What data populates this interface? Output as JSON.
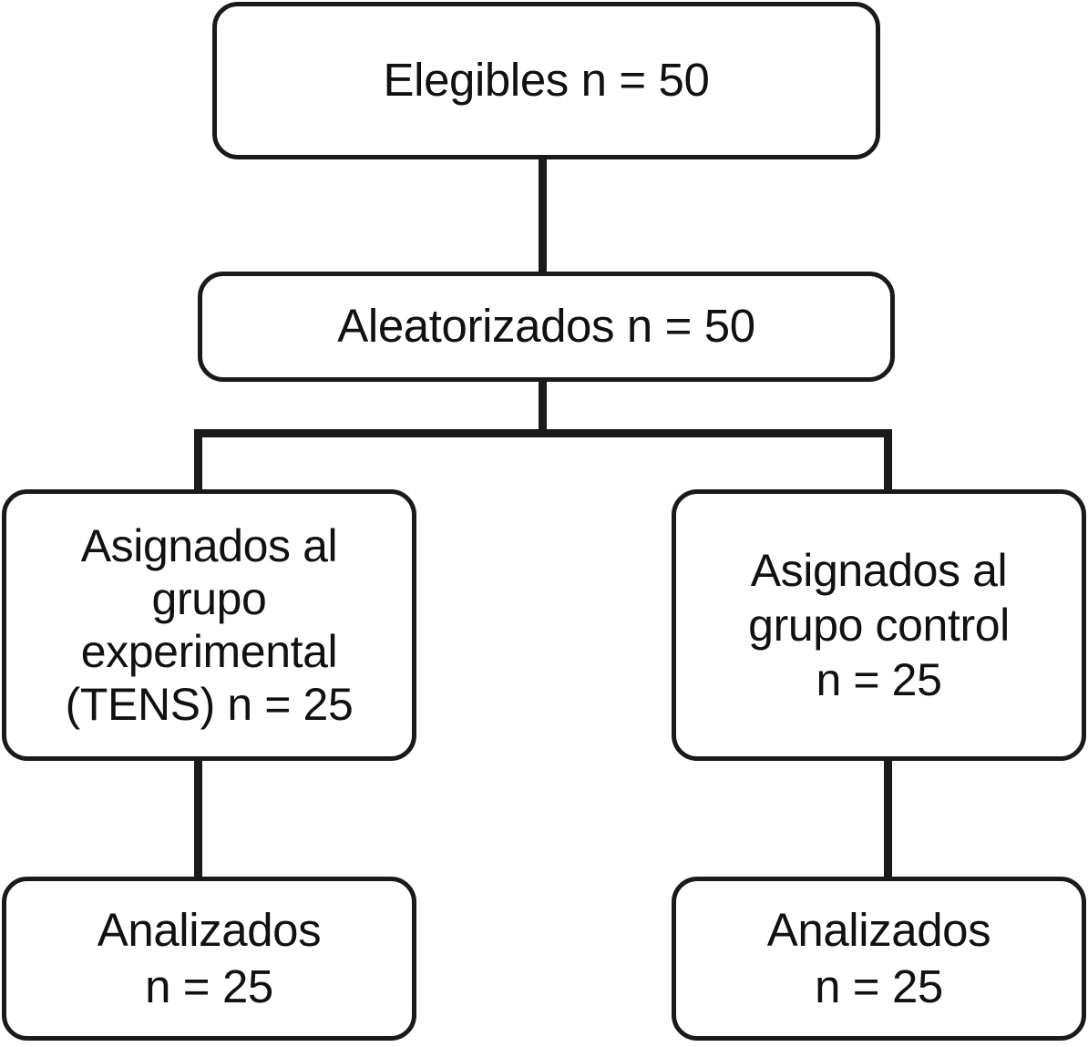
{
  "diagram": {
    "type": "consort-flow-diagram",
    "language": "es",
    "colors": {
      "stroke": "#1a1a1a",
      "text": "#111111",
      "background": "#ffffff"
    },
    "nodes": [
      {
        "id": "eligible",
        "label": "Elegibles n = 50",
        "stage": "eligibility",
        "n": 50
      },
      {
        "id": "randomized",
        "label": "Aleatorizados n = 50",
        "stage": "randomization",
        "n": 50
      },
      {
        "id": "experimental",
        "label": "Asignados al\ngrupo\nexperimental\n(TENS) n = 25",
        "stage": "allocation",
        "arm": "experimental",
        "n": 25
      },
      {
        "id": "control",
        "label": "Asignados al\ngrupo control\nn = 25",
        "stage": "allocation",
        "arm": "control",
        "n": 25
      },
      {
        "id": "analyzed-experimental",
        "label": "Analizados\nn = 25",
        "stage": "analysis",
        "arm": "experimental",
        "n": 25
      },
      {
        "id": "analyzed-control",
        "label": "Analizados\nn = 25",
        "stage": "analysis",
        "arm": "control",
        "n": 25
      }
    ],
    "edges": [
      {
        "from": "eligible",
        "to": "randomized"
      },
      {
        "from": "randomized",
        "to": "experimental"
      },
      {
        "from": "randomized",
        "to": "control"
      },
      {
        "from": "experimental",
        "to": "analyzed-experimental"
      },
      {
        "from": "control",
        "to": "analyzed-control"
      }
    ]
  }
}
